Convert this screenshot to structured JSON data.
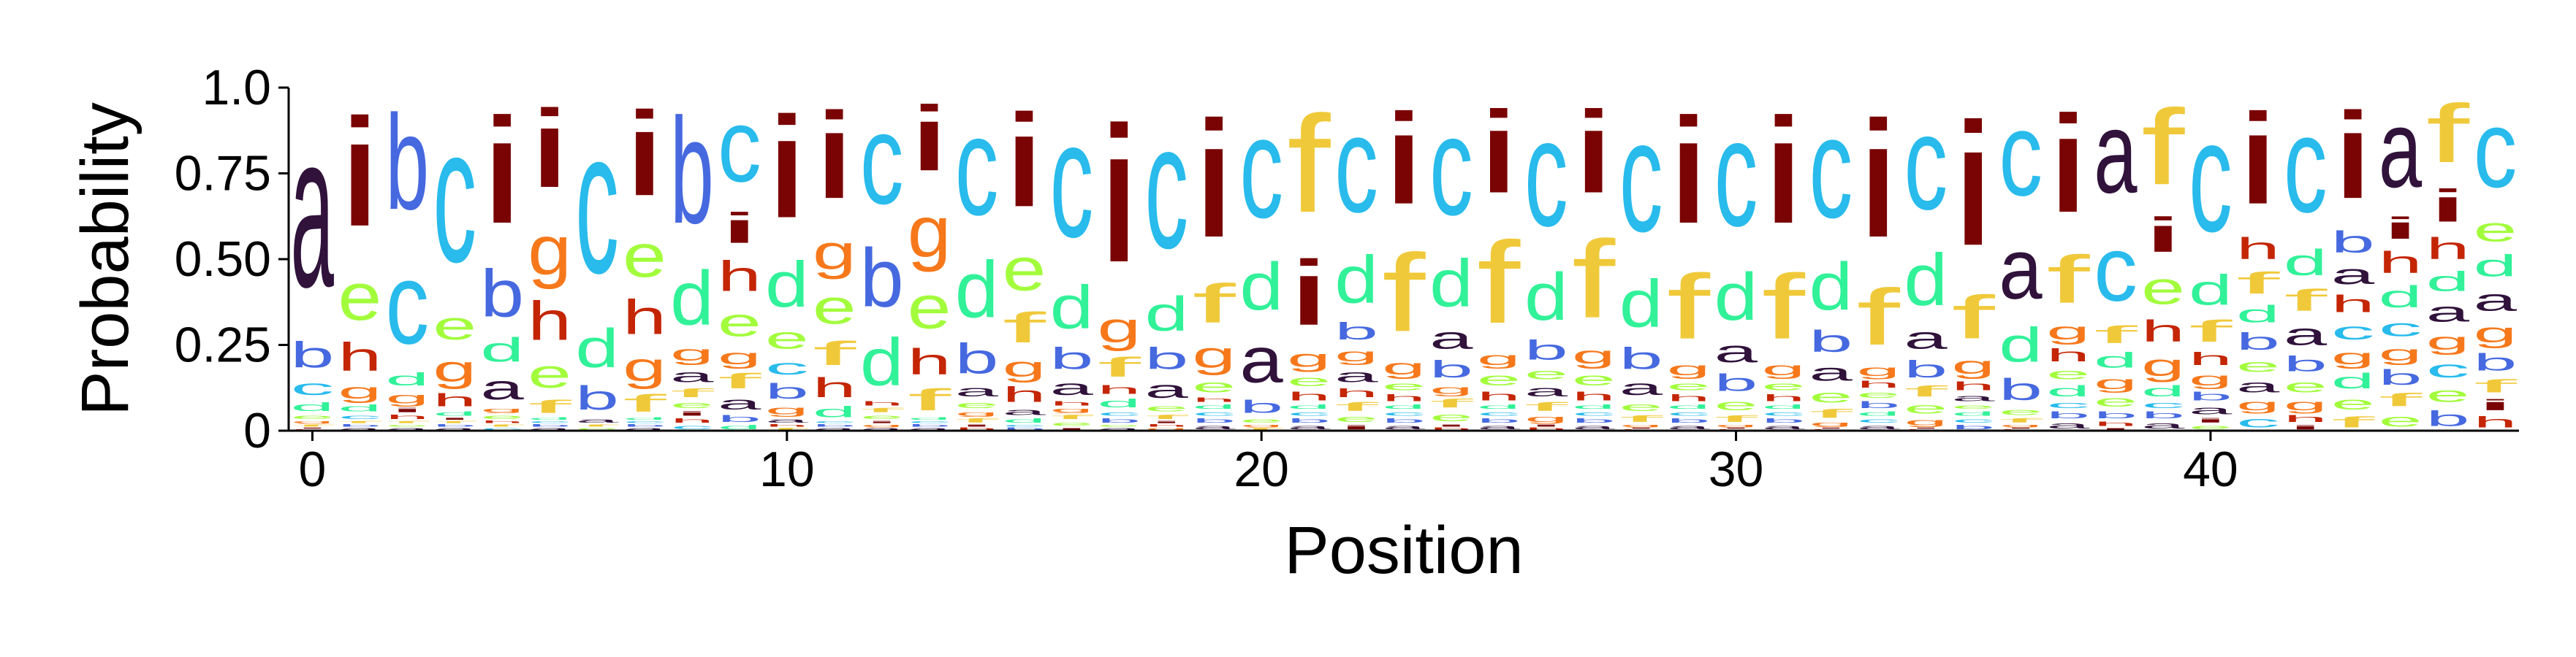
{
  "chart_data": {
    "type": "sequence-logo",
    "title": "",
    "xlabel": "Position",
    "ylabel": "Probability",
    "xlim": [
      -0.5,
      46.5
    ],
    "ylim": [
      0,
      1
    ],
    "xticks": [
      0,
      10,
      20,
      30,
      40
    ],
    "yticks": [
      0,
      0.25,
      0.5,
      0.75,
      1.0
    ],
    "ytick_labels": [
      "0",
      "0.25",
      "0.50",
      "0.75",
      "1.0"
    ],
    "alphabet": [
      "a",
      "b",
      "c",
      "d",
      "e",
      "f",
      "g",
      "h",
      "i"
    ],
    "colors": {
      "a": "#30123b",
      "b": "#4669e0",
      "c": "#28bbec",
      "d": "#31f199",
      "e": "#a2fc3c",
      "f": "#f0c93a",
      "g": "#f6781b",
      "h": "#c42503",
      "i": "#7a0403"
    },
    "positions": [
      {
        "a": 0.72,
        "b": 0.12,
        "c": 0.07,
        "d": 0.04,
        "e": 0.02,
        "f": 0.01,
        "g": 0.01,
        "h": 0.005,
        "i": 0.005
      },
      {
        "a": 0.01,
        "b": 0.01,
        "c": 0.02,
        "d": 0.03,
        "e": 0.22,
        "f": 0.01,
        "g": 0.07,
        "h": 0.13,
        "i": 0.5
      },
      {
        "a": 0.01,
        "b": 0.44,
        "c": 0.38,
        "d": 0.06,
        "e": 0.01,
        "f": 0.01,
        "g": 0.05,
        "h": 0.02,
        "i": 0.02
      },
      {
        "a": 0.01,
        "b": 0.01,
        "c": 0.63,
        "d": 0.02,
        "e": 0.13,
        "f": 0.01,
        "g": 0.12,
        "h": 0.06,
        "i": 0.01
      },
      {
        "a": 0.11,
        "b": 0.22,
        "c": 0.01,
        "d": 0.11,
        "e": 0.02,
        "f": 0.01,
        "g": 0.02,
        "h": 0.01,
        "i": 0.49
      },
      {
        "a": 0.01,
        "b": 0.01,
        "c": 0.01,
        "d": 0.01,
        "e": 0.13,
        "f": 0.06,
        "g": 0.23,
        "h": 0.18,
        "i": 0.36
      },
      {
        "a": 0.02,
        "b": 0.11,
        "c": 0.67,
        "d": 0.18,
        "e": 0.01,
        "f": 0.01,
        "g": 0.0,
        "h": 0.0,
        "i": 0.0
      },
      {
        "a": 0.01,
        "b": 0.01,
        "c": 0.01,
        "d": 0.01,
        "e": 0.2,
        "f": 0.08,
        "g": 0.13,
        "h": 0.16,
        "i": 0.39
      },
      {
        "a": 0.06,
        "b": 0.49,
        "c": 0.02,
        "d": 0.25,
        "e": 0.03,
        "f": 0.04,
        "g": 0.07,
        "h": 0.02,
        "i": 0.02
      },
      {
        "a": 0.06,
        "b": 0.03,
        "c": 0.34,
        "d": 0.02,
        "e": 0.13,
        "f": 0.07,
        "g": 0.07,
        "h": 0.14,
        "i": 0.14
      },
      {
        "a": 0.02,
        "b": 0.07,
        "c": 0.07,
        "d": 0.21,
        "e": 0.1,
        "f": 0.01,
        "g": 0.04,
        "h": 0.01,
        "i": 0.47
      },
      {
        "a": 0.01,
        "b": 0.01,
        "c": 0.01,
        "d": 0.05,
        "e": 0.16,
        "f": 0.11,
        "g": 0.16,
        "h": 0.09,
        "i": 0.4
      },
      {
        "a": 0.01,
        "b": 0.27,
        "c": 0.42,
        "d": 0.22,
        "e": 0.02,
        "f": 0.02,
        "g": 0.01,
        "h": 0.02,
        "i": 0.01
      },
      {
        "a": 0.01,
        "b": 0.01,
        "c": 0.01,
        "d": 0.01,
        "e": 0.2,
        "f": 0.1,
        "g": 0.24,
        "h": 0.12,
        "i": 0.3
      },
      {
        "a": 0.05,
        "b": 0.14,
        "c": 0.46,
        "d": 0.26,
        "e": 0.03,
        "f": 0.02,
        "g": 0.02,
        "h": 0.01,
        "i": 0.01
      },
      {
        "a": 0.03,
        "b": 0.01,
        "c": 0.01,
        "d": 0.02,
        "e": 0.2,
        "f": 0.14,
        "g": 0.09,
        "h": 0.07,
        "i": 0.43
      },
      {
        "a": 0.07,
        "b": 0.1,
        "c": 0.54,
        "d": 0.2,
        "e": 0.02,
        "f": 0.02,
        "g": 0.02,
        "h": 0.02,
        "i": 0.01
      },
      {
        "a": 0.01,
        "b": 0.02,
        "c": 0.02,
        "d": 0.04,
        "e": 0.01,
        "f": 0.09,
        "g": 0.14,
        "h": 0.04,
        "i": 0.63
      },
      {
        "a": 0.08,
        "b": 0.1,
        "c": 0.58,
        "d": 0.16,
        "e": 0.03,
        "f": 0.02,
        "g": 0.01,
        "h": 0.01,
        "i": 0.01
      },
      {
        "a": 0.02,
        "b": 0.02,
        "c": 0.02,
        "d": 0.02,
        "e": 0.06,
        "f": 0.18,
        "g": 0.12,
        "h": 0.02,
        "i": 0.54
      },
      {
        "a": 0.21,
        "b": 0.06,
        "c": 0.47,
        "d": 0.22,
        "e": 0.02,
        "f": 0.01,
        "g": 0.01,
        "h": 0.0,
        "i": 0.0
      },
      {
        "a": 0.02,
        "b": 0.02,
        "c": 0.02,
        "d": 0.02,
        "e": 0.05,
        "f": 0.45,
        "g": 0.08,
        "h": 0.04,
        "i": 0.3
      },
      {
        "a": 0.06,
        "b": 0.08,
        "c": 0.45,
        "d": 0.22,
        "e": 0.03,
        "f": 0.04,
        "g": 0.06,
        "h": 0.04,
        "i": 0.02
      },
      {
        "a": 0.02,
        "b": 0.02,
        "c": 0.02,
        "d": 0.02,
        "e": 0.04,
        "f": 0.36,
        "g": 0.07,
        "h": 0.03,
        "i": 0.42
      },
      {
        "a": 0.1,
        "b": 0.08,
        "c": 0.46,
        "d": 0.22,
        "e": 0.04,
        "f": 0.04,
        "g": 0.04,
        "h": 0.01,
        "i": 0.01
      },
      {
        "a": 0.02,
        "b": 0.02,
        "c": 0.02,
        "d": 0.02,
        "e": 0.06,
        "f": 0.38,
        "g": 0.06,
        "h": 0.04,
        "i": 0.38
      },
      {
        "a": 0.05,
        "b": 0.09,
        "c": 0.5,
        "d": 0.22,
        "e": 0.05,
        "f": 0.04,
        "g": 0.03,
        "h": 0.01,
        "i": 0.01
      },
      {
        "a": 0.02,
        "b": 0.02,
        "c": 0.02,
        "d": 0.02,
        "e": 0.06,
        "f": 0.36,
        "g": 0.08,
        "h": 0.04,
        "i": 0.38
      },
      {
        "a": 0.07,
        "b": 0.1,
        "c": 0.52,
        "d": 0.22,
        "e": 0.04,
        "f": 0.03,
        "g": 0.01,
        "h": 0.005,
        "i": 0.005
      },
      {
        "a": 0.02,
        "b": 0.02,
        "c": 0.02,
        "d": 0.02,
        "e": 0.04,
        "f": 0.3,
        "g": 0.06,
        "h": 0.03,
        "i": 0.49
      },
      {
        "a": 0.1,
        "b": 0.08,
        "c": 0.5,
        "d": 0.22,
        "e": 0.05,
        "f": 0.03,
        "g": 0.01,
        "h": 0.005,
        "i": 0.005
      },
      {
        "a": 0.02,
        "b": 0.02,
        "c": 0.02,
        "d": 0.02,
        "e": 0.04,
        "f": 0.3,
        "g": 0.06,
        "h": 0.03,
        "i": 0.49
      },
      {
        "a": 0.08,
        "b": 0.1,
        "c": 0.47,
        "d": 0.22,
        "e": 0.06,
        "f": 0.04,
        "g": 0.02,
        "h": 0.005,
        "i": 0.005
      },
      {
        "a": 0.02,
        "b": 0.03,
        "c": 0.02,
        "d": 0.02,
        "e": 0.03,
        "f": 0.26,
        "g": 0.05,
        "h": 0.03,
        "i": 0.54
      },
      {
        "a": 0.1,
        "b": 0.08,
        "c": 0.44,
        "d": 0.24,
        "e": 0.05,
        "f": 0.05,
        "g": 0.03,
        "h": 0.005,
        "i": 0.005
      },
      {
        "a": 0.03,
        "b": 0.02,
        "c": 0.02,
        "d": 0.02,
        "e": 0.02,
        "f": 0.2,
        "g": 0.08,
        "h": 0.04,
        "i": 0.57
      },
      {
        "a": 0.28,
        "b": 0.1,
        "c": 0.39,
        "d": 0.16,
        "e": 0.03,
        "f": 0.02,
        "g": 0.01,
        "h": 0.005,
        "i": 0.005
      },
      {
        "a": 0.03,
        "b": 0.03,
        "c": 0.03,
        "d": 0.05,
        "e": 0.05,
        "f": 0.22,
        "g": 0.08,
        "h": 0.06,
        "i": 0.45
      },
      {
        "a": 0.38,
        "b": 0.03,
        "c": 0.3,
        "d": 0.07,
        "e": 0.05,
        "f": 0.08,
        "g": 0.06,
        "h": 0.02,
        "i": 0.01
      },
      {
        "a": 0.03,
        "b": 0.03,
        "c": 0.03,
        "d": 0.05,
        "e": 0.15,
        "f": 0.35,
        "g": 0.1,
        "h": 0.1,
        "i": 0.16
      },
      {
        "a": 0.04,
        "b": 0.04,
        "c": 0.52,
        "d": 0.14,
        "e": 0.02,
        "f": 0.1,
        "g": 0.06,
        "h": 0.06,
        "i": 0.02
      },
      {
        "a": 0.06,
        "b": 0.08,
        "c": 0.05,
        "d": 0.08,
        "e": 0.06,
        "f": 0.1,
        "g": 0.05,
        "h": 0.1,
        "i": 0.42
      },
      {
        "a": 0.1,
        "b": 0.07,
        "c": 0.45,
        "d": 0.12,
        "e": 0.06,
        "f": 0.1,
        "g": 0.05,
        "h": 0.03,
        "i": 0.02
      },
      {
        "a": 0.09,
        "b": 0.1,
        "c": 0.08,
        "d": 0.07,
        "e": 0.06,
        "f": 0.05,
        "g": 0.07,
        "h": 0.08,
        "i": 0.4
      },
      {
        "a": 0.36,
        "b": 0.07,
        "c": 0.08,
        "d": 0.1,
        "e": 0.06,
        "f": 0.06,
        "g": 0.07,
        "h": 0.1,
        "i": 0.1
      },
      {
        "a": 0.09,
        "b": 0.07,
        "c": 0.08,
        "d": 0.09,
        "e": 0.07,
        "f": 0.27,
        "g": 0.08,
        "h": 0.1,
        "i": 0.15
      },
      {
        "a": 0.1,
        "b": 0.08,
        "c": 0.36,
        "d": 0.1,
        "e": 0.11,
        "f": 0.06,
        "g": 0.09,
        "h": 0.05,
        "i": 0.05
      }
    ]
  }
}
